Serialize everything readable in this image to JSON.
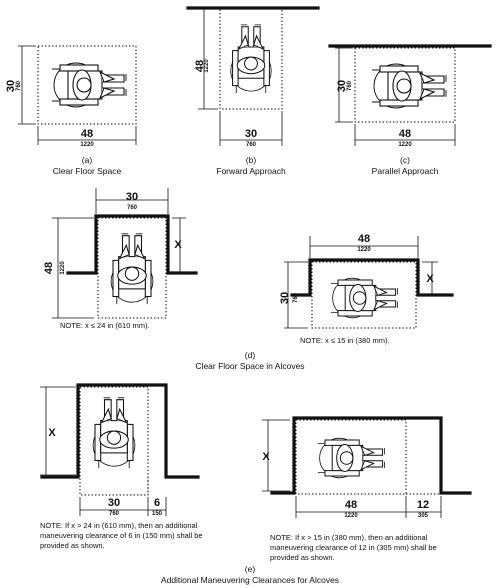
{
  "panel_a": {
    "letter": "(a)",
    "caption": "Clear Floor Space",
    "width_in": "48",
    "width_mm": "1220",
    "depth_in": "30",
    "depth_mm": "760"
  },
  "panel_b": {
    "letter": "(b)",
    "caption": "Forward Approach",
    "width_in": "30",
    "width_mm": "760",
    "depth_in": "48",
    "depth_mm": "1220"
  },
  "panel_c": {
    "letter": "(c)",
    "caption": "Parallel Approach",
    "width_in": "48",
    "width_mm": "1220",
    "depth_in": "30",
    "depth_mm": "760"
  },
  "panel_d": {
    "letter": "(d)",
    "caption": "Clear Floor Space in Alcoves",
    "left": {
      "width_in": "30",
      "width_mm": "760",
      "depth_in": "48",
      "depth_mm": "1220",
      "x_label": "X",
      "note": "NOTE: x ≤ 24 in (610 mm)."
    },
    "right": {
      "width_in": "48",
      "width_mm": "1220",
      "depth_in": "30",
      "depth_mm": "760",
      "x_label": "X",
      "note": "NOTE: x ≤ 15 in (380 mm)."
    }
  },
  "panel_e": {
    "letter": "(e)",
    "caption": "Additional Maneuvering Clearances for Alcoves",
    "left": {
      "x_label": "X",
      "width_in": "30",
      "width_mm": "760",
      "extra_in": "6",
      "extra_mm": "150",
      "note_lines": [
        "NOTE: If x > 24 in (610 mm), then an additional",
        "maneuvering clearance of 6 in (150 mm) shall be",
        "provided as shown."
      ]
    },
    "right": {
      "x_label": "X",
      "width_in": "48",
      "width_mm": "1220",
      "extra_in": "12",
      "extra_mm": "305",
      "note_lines": [
        "NOTE: If x > 15 in  (380 mm), then an additional",
        "maneuvering clearance of 12 in (305 mm) shall be",
        "provided as shown."
      ]
    }
  }
}
